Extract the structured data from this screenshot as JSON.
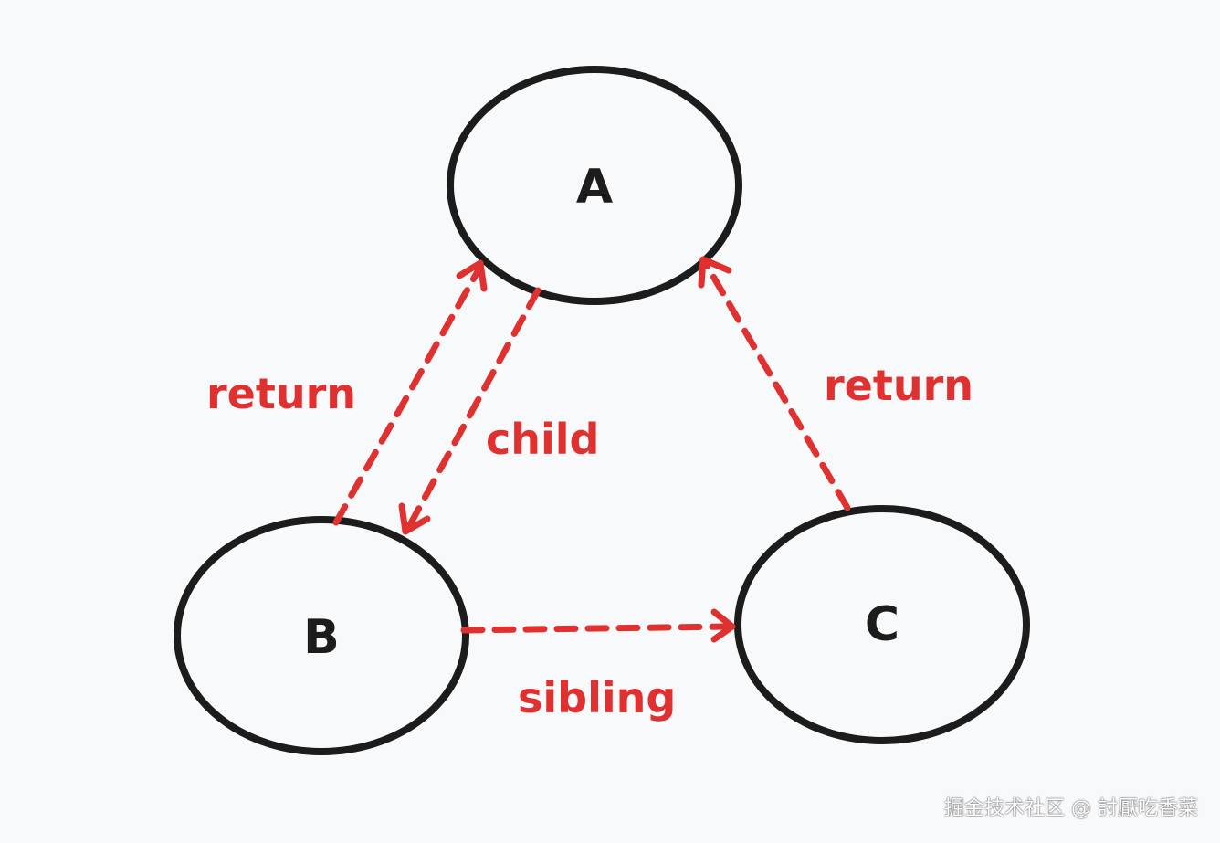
{
  "nodes": {
    "a": {
      "label": "A"
    },
    "b": {
      "label": "B"
    },
    "c": {
      "label": "C"
    }
  },
  "edges": {
    "b_to_a": {
      "label": "return"
    },
    "a_to_b": {
      "label": "child"
    },
    "b_to_c": {
      "label": "sibling"
    },
    "c_to_a": {
      "label": "return"
    }
  },
  "colors": {
    "node_stroke": "#1c1c1c",
    "edge": "#e03131",
    "background": "#f8f9fb"
  },
  "watermark": "掘金技术社区 @ 討厭吃香菜"
}
